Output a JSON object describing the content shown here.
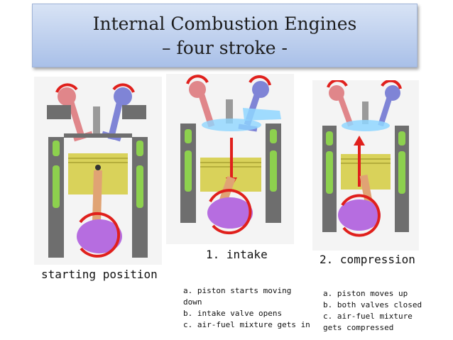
{
  "title": {
    "line1": "Internal Combustion Engines",
    "line2": "– four stroke -"
  },
  "engines": [
    {
      "label": "starting position",
      "notes": []
    },
    {
      "label": "1. intake",
      "notes": [
        "a. piston starts moving",
        "down",
        "b. intake valve opens",
        "c. air-fuel mixture gets in"
      ]
    },
    {
      "label": "2. compression",
      "notes": [
        "a. piston moves up",
        "b. both valves closed",
        "c. air-fuel mixture",
        "gets compressed"
      ]
    }
  ],
  "colors": {
    "block": "#6e6e6e",
    "jacket": "#8dd14e",
    "piston": "#d9d25a",
    "rod": "#e0a374",
    "crank": "#b66de0",
    "arrow": "#e0201c",
    "intake_valve": "#7f84d6",
    "exhaust_valve": "#e0868a",
    "mixture": "#8fd6ff"
  }
}
